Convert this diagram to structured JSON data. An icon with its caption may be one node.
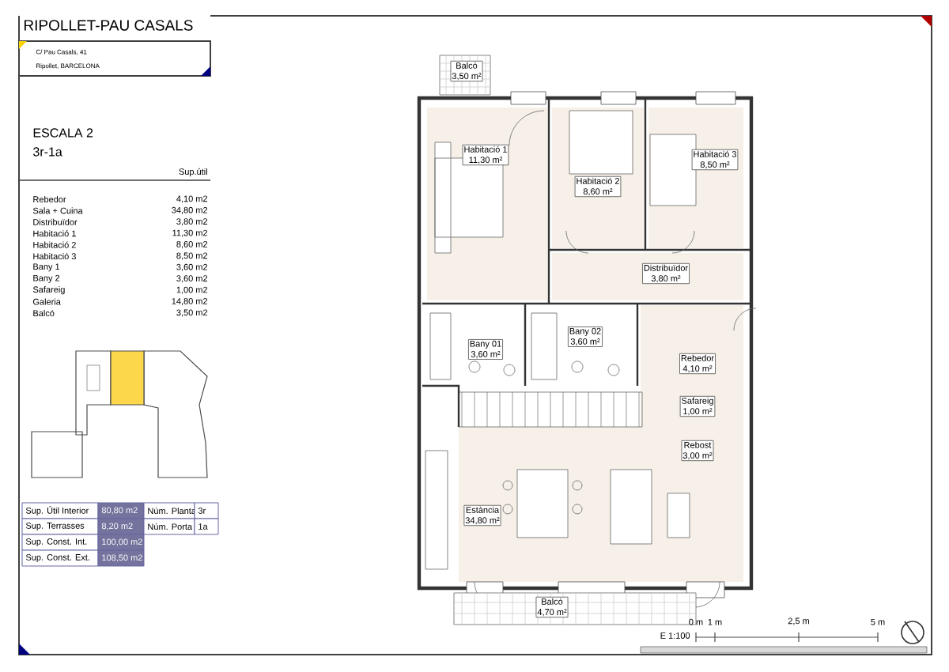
{
  "diagram": {
    "nodes": [
      {
        "text": [
          "Balcó",
          "3,50 m²"
        ]
      },
      {
        "text": [
          "Habitació 1",
          "11,30 m²"
        ]
      },
      {
        "text": [
          "Habitació 2",
          "8,60 m²"
        ]
      },
      {
        "text": [
          "Habitació 3",
          "8,50 m²"
        ]
      },
      {
        "text": [
          "Distribuïdor",
          "3,80 m²"
        ]
      },
      {
        "text": [
          "Bany 01",
          "3,60 m²"
        ]
      },
      {
        "text": [
          "Bany 02",
          "3,60 m²"
        ]
      },
      {
        "text": [
          "Rebedor",
          "4,10 m²"
        ]
      },
      {
        "text": [
          "Safareig",
          "1,00 m²"
        ]
      },
      {
        "text": [
          "Rebost",
          "3,00 m²"
        ]
      },
      {
        "text": [
          "Estància",
          "34,80 m²"
        ]
      },
      {
        "text": [
          "Balcó",
          "4,70 m²"
        ]
      }
    ],
    "labels": [
      "RIPOLLET-PAU CASALS",
      "C/ Pau Casals, 41",
      "Ripollet, BARCELONA",
      "ESCALA 2",
      "3r-1a",
      "Sup.útil",
      "Rebedor",
      "4,10 m2",
      "Sala + Cuina",
      "34,80 m2",
      "Distribuïdor",
      "3,80 m2",
      "Habitació 1",
      "11,30 m2",
      "Habitació 2",
      "8,60 m2",
      "Habitació 3",
      "8,50 m2",
      "Bany 1",
      "3,60 m2",
      "Bany 2",
      "3,60 m2",
      "Safareig",
      "1,00 m2",
      "Galeria",
      "14,80 m2",
      "Balcó",
      "3,50 m2",
      "Sup. Útil Interior",
      "80,80 m2",
      "Núm. Planta",
      "3r",
      "Sup. Terrasses",
      "8,20 m2",
      "Núm. Porta",
      "1a",
      "Sup. Const. Int.",
      "100,00 m2",
      "Sup. Const. Ext.",
      "108,50 m2",
      "E 1:100",
      "0 m",
      "1 m",
      "2,5 m",
      "5 m"
    ]
  }
}
